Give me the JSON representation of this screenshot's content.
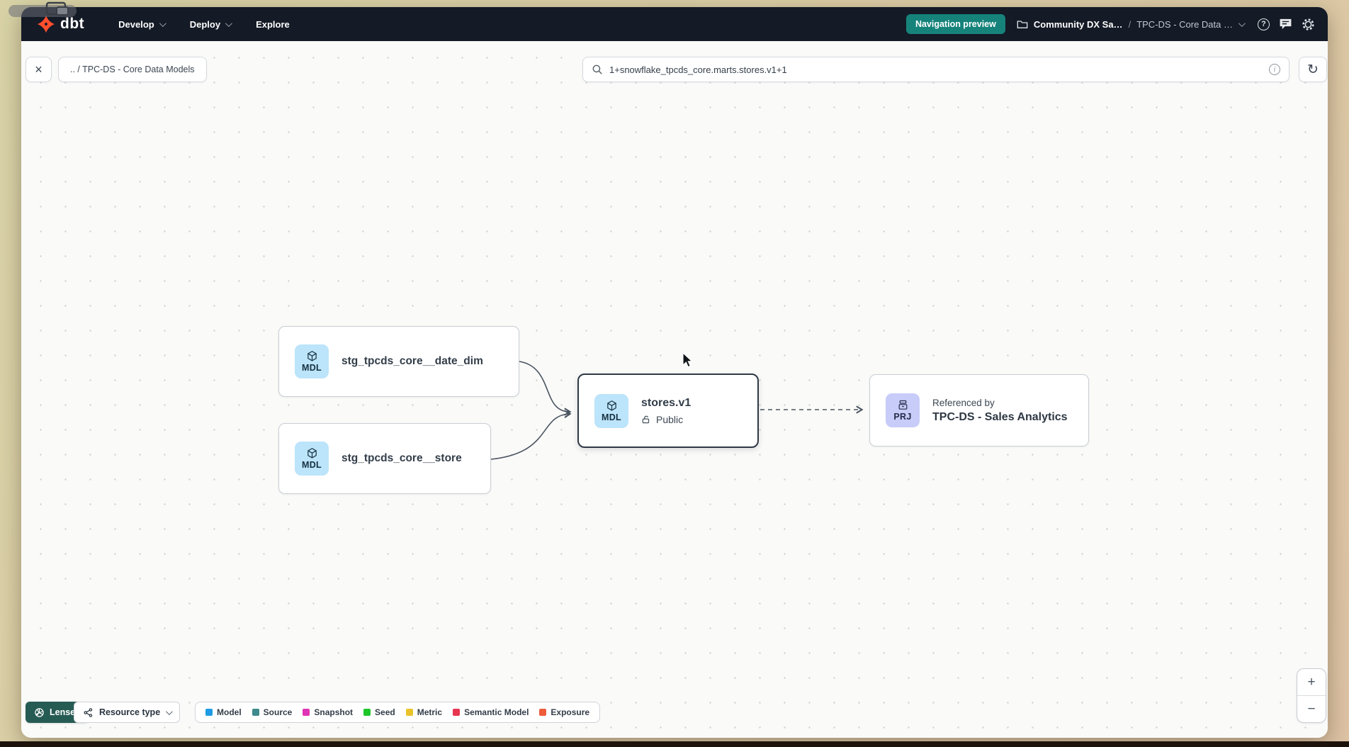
{
  "navbar": {
    "brand": "dbt",
    "items": [
      {
        "label": "Develop"
      },
      {
        "label": "Deploy"
      },
      {
        "label": "Explore"
      }
    ],
    "preview_badge": "Navigation preview",
    "breadcrumb": {
      "project": "Community DX Sa…",
      "separator": "/",
      "page": "TPC-DS - Core Data …"
    },
    "help_glyph": "?",
    "bg_color": "#141a26",
    "badge_color": "#16837b"
  },
  "toolbar": {
    "close_glyph": "×",
    "path_chip": ".. / TPC-DS - Core Data Models",
    "search_value": "1+snowflake_tpcds_core.marts.stores.v1+1",
    "info_glyph": "i",
    "refresh_glyph": "↻"
  },
  "graph": {
    "nodes": [
      {
        "badge": "MDL",
        "label": "stg_tpcds_core__date_dim"
      },
      {
        "badge": "MDL",
        "label": "stg_tpcds_core__store"
      },
      {
        "badge": "MDL",
        "label": "stores.v1",
        "access": "Public",
        "selected": true
      },
      {
        "badge": "PRJ",
        "label_top": "Referenced by",
        "label": "TPC-DS - Sales Analytics"
      }
    ],
    "edge_color": "#4a545f"
  },
  "footer": {
    "lenses_label": "Lenses",
    "resource_type_label": "Resource type",
    "legend": {
      "items": [
        {
          "label": "Model",
          "color": "#1e9be4"
        },
        {
          "label": "Source",
          "color": "#3e8a8c"
        },
        {
          "label": "Snapshot",
          "color": "#df34b5"
        },
        {
          "label": "Seed",
          "color": "#1dc629"
        },
        {
          "label": "Metric",
          "color": "#eac32b"
        },
        {
          "label": "Semantic Model",
          "color": "#e8354f"
        },
        {
          "label": "Exposure",
          "color": "#ed5c3b"
        }
      ]
    }
  },
  "zoom_controls": {
    "zoom_in": "+",
    "zoom_out": "−"
  }
}
